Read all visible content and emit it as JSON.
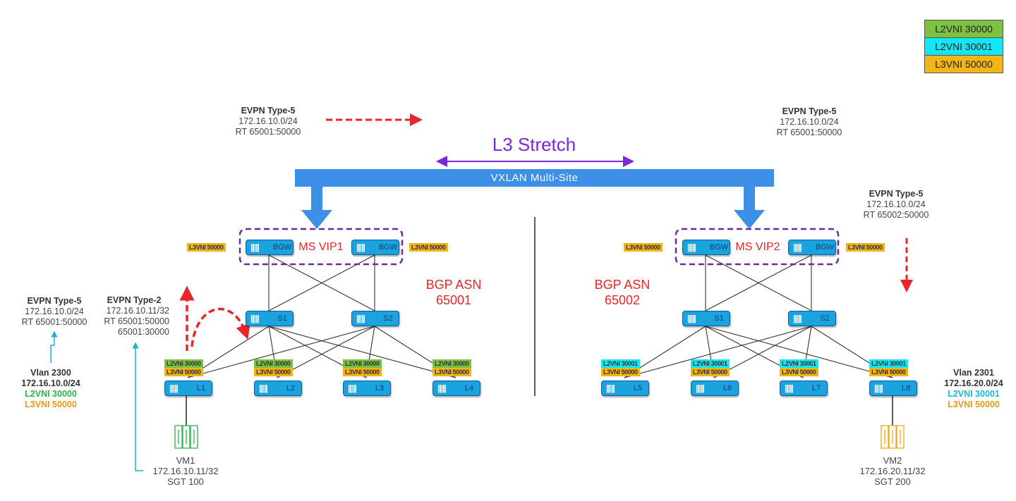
{
  "colors": {
    "l2vni_30000": "#7dc142",
    "l2vni_30001": "#13e6f5",
    "l3vni_50000": "#f2b416",
    "bar": "#3d8fe8",
    "purple": "#7a28d8",
    "red": "#e8262a"
  },
  "legend": [
    "L2VNI 30000",
    "L2VNI 30001",
    "L3VNI 50000"
  ],
  "title": "L3 Stretch",
  "bar_label": "VXLAN Multi-Site",
  "top_left_route": {
    "title": "EVPN Type-5",
    "prefix": "172.16.10.0/24",
    "rt": "RT 65001:50000"
  },
  "top_right_route": {
    "title": "EVPN Type-5",
    "prefix": "172.16.10.0/24",
    "rt": "RT 65001:50000"
  },
  "right_route": {
    "title": "EVPN Type-5",
    "prefix": "172.16.10.0/24",
    "rt": "RT 65002:50000"
  },
  "left_route": {
    "title": "EVPN Type-5",
    "prefix": "172.16.10.0/24",
    "rt": "RT 65001:50000"
  },
  "type2_route": {
    "title": "EVPN Type-2",
    "prefix": "172.16.10.11/32",
    "rt": "RT 65001:50000",
    "rt2": "65001:30000"
  },
  "vlan_left": {
    "vlan": "Vlan 2300",
    "subnet": "172.16.10.0/24",
    "l2": "L2VNI 30000",
    "l3": "L3VNI 50000"
  },
  "vlan_right": {
    "vlan": "Vlan 2301",
    "subnet": "172.16.20.0/24",
    "l2": "L2VNI 30001",
    "l3": "L3VNI 50000"
  },
  "site1": {
    "vip": "MS VIP1",
    "asn_label": "BGP ASN",
    "asn": "65001",
    "bgw": [
      "BGW",
      "BGW"
    ],
    "bgw_tag": "L3VNI 50000",
    "spines": [
      "S1",
      "S2"
    ],
    "leaves": [
      {
        "name": "L1",
        "l2": "L2VNI 30000",
        "l3": "L3VNI 50000"
      },
      {
        "name": "L2",
        "l2": "L2VNI 30000",
        "l3": "L3VNI 50000"
      },
      {
        "name": "L3",
        "l2": "L2VNI 30000",
        "l3": "L3VNI 50000"
      },
      {
        "name": "L4",
        "l2": "L2VNI 30000",
        "l3": "L3VNI 50000"
      }
    ]
  },
  "site2": {
    "vip": "MS VIP2",
    "asn_label": "BGP ASN",
    "asn": "65002",
    "bgw": [
      "BGW",
      "BGW"
    ],
    "bgw_tag": "L3VNI 50000",
    "spines": [
      "S1",
      "S2"
    ],
    "leaves": [
      {
        "name": "L5",
        "l2": "L2VNI 30001",
        "l3": "L3VNI 50000"
      },
      {
        "name": "L6",
        "l2": "L2VNI 30001",
        "l3": "L3VNI 50000"
      },
      {
        "name": "L7",
        "l2": "L2VNI 30001",
        "l3": "L3VNI 50000"
      },
      {
        "name": "L8",
        "l2": "L2VNI 30001",
        "l3": "L3VNI 50000"
      }
    ]
  },
  "vm1": {
    "name": "VM1",
    "ip": "172.16.10.11/32",
    "sgt": "SGT 100"
  },
  "vm2": {
    "name": "VM2",
    "ip": "172.16.20.11/32",
    "sgt": "SGT 200"
  }
}
